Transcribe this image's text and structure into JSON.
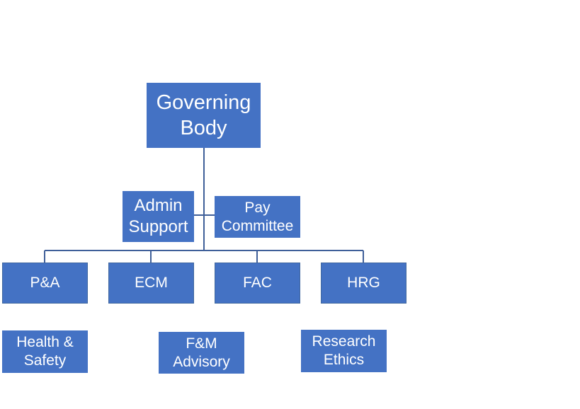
{
  "colors": {
    "node_fill": "#4472c4",
    "connector": "#3f5f99",
    "node_text": "#ffffff"
  },
  "nodes": {
    "governing_body": "Governing\nBody",
    "admin_support": "Admin\nSupport",
    "pay_committee": "Pay\nCommittee",
    "pa": "P&A",
    "ecm": "ECM",
    "fac": "FAC",
    "hrg": "HRG",
    "health_safety": "Health &\nSafety",
    "fm_advisory": "F&M\nAdvisory",
    "research_ethics": "Research\nEthics"
  }
}
